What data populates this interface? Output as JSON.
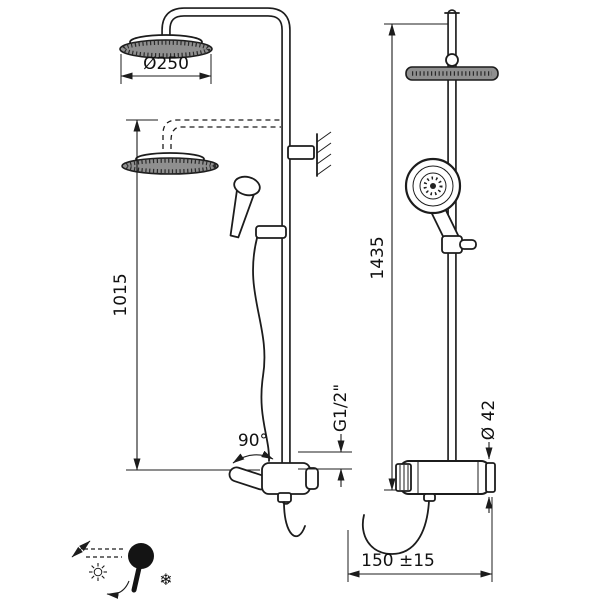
{
  "drawing": {
    "type": "technical-diagram",
    "subject": "shower-column-with-overhead-and-hand-shower",
    "labels": {
      "head_diameter": "Ø250",
      "column_height": "1015",
      "swivel_angle": "90°",
      "connection_thread": "G1/2\"",
      "total_height": "1435",
      "mixer_diameter": "Ø 42",
      "wall_distance": "150 ±15"
    },
    "icons": {
      "hot": "sun-icon",
      "cold": "snowflake-icon",
      "snowflake_glyph": "❄"
    },
    "colors": {
      "line": "#1c1c1c",
      "background": "#ffffff",
      "shower_head_fill": "#8f8f8f"
    }
  }
}
